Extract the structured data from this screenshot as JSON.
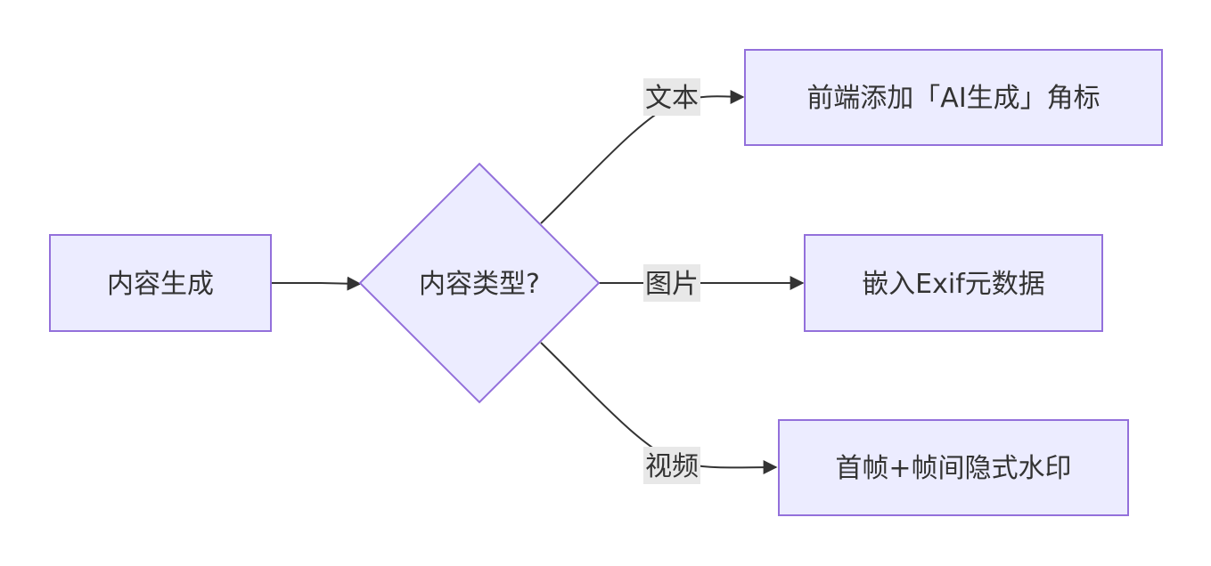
{
  "nodes": {
    "start": {
      "label": "内容生成"
    },
    "decision": {
      "label": "内容类型?"
    },
    "text_target": {
      "label": "前端添加「AI生成」角标"
    },
    "image_target": {
      "label": "嵌入Exif元数据"
    },
    "video_target": {
      "label": "首帧+帧间隐式水印"
    }
  },
  "edges": {
    "text": {
      "label": "文本"
    },
    "image": {
      "label": "图片"
    },
    "video": {
      "label": "视频"
    }
  },
  "colors": {
    "node_fill": "#ECECFF",
    "node_stroke": "#9370DB",
    "edge": "#333333",
    "edge_label_bg": "#E8E8E8",
    "text": "#333333"
  }
}
